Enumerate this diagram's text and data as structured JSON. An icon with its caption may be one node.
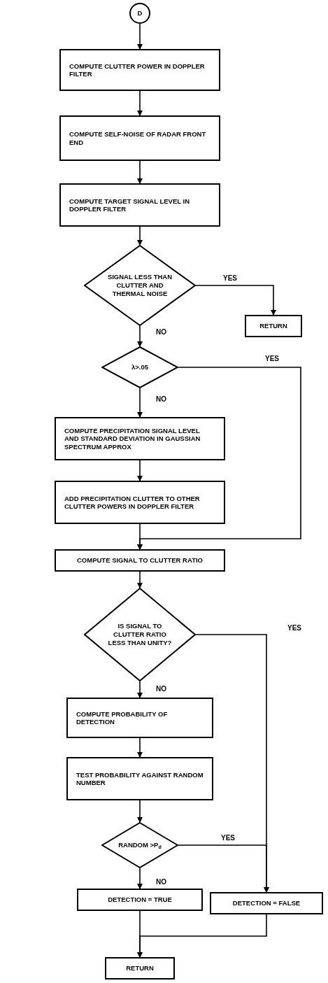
{
  "diagram": {
    "nodes": [
      {
        "text": [
          "D"
        ]
      },
      {
        "text": [
          "COMPUTE CLUTTER POWER IN DOPPLER FILTER"
        ]
      },
      {
        "text": [
          "COMPUTE SELF-NOISE OF RADAR FRONT END"
        ]
      },
      {
        "text": [
          "COMPUTE TARGET SIGNAL LEVEL IN DOPPLER FILTER"
        ]
      },
      {
        "text": [
          "SIGNAL LESS THAN CLUTTER AND THERMAL NOISE"
        ]
      },
      {
        "text": [
          "RETURN"
        ]
      },
      {
        "text": [
          "λ>.05"
        ]
      },
      {
        "text": [
          "COMPUTE PRECIPITATION SIGNAL LEVEL AND STANDARD DEVIATION IN GAUSSIAN SPECTRUM APPROX"
        ]
      },
      {
        "text": [
          "ADD PRECIPITATION CLUTTER TO OTHER CLUTTER POWERS IN DOPPLER FILTER"
        ]
      },
      {
        "text": [
          "COMPUTE SIGNAL TO CLUTTER RATIO"
        ]
      },
      {
        "text": [
          "IS SIGNAL TO CLUTTER RATIO LESS THAN UNITY?"
        ]
      },
      {
        "text": [
          "COMPUTE PROBABILITY OF DETECTION"
        ]
      },
      {
        "text": [
          "TEST PROBABILITY AGAINST RANDOM NUMBER"
        ]
      },
      {
        "text": [
          "RANDOM >P$_{d}$"
        ]
      },
      {
        "text": [
          "DETECTION = TRUE"
        ]
      },
      {
        "text": [
          "DETECTION = FALSE"
        ]
      },
      {
        "text": [
          "RETURN"
        ]
      }
    ],
    "edges": [
      {
        "from": 0,
        "to": 1,
        "arrow": "to"
      },
      {
        "from": 1,
        "to": 2,
        "arrow": "to"
      },
      {
        "from": 2,
        "to": 3,
        "arrow": "to"
      },
      {
        "from": 3,
        "to": 4,
        "arrow": "to"
      },
      {
        "from": 4,
        "to": 5,
        "arrow": "to",
        "label": "YES"
      },
      {
        "from": 4,
        "to": 6,
        "arrow": "to",
        "label": "NO"
      },
      {
        "from": 6,
        "to": 7,
        "arrow": "to",
        "label": "NO"
      },
      {
        "from": 6,
        "to": 9,
        "arrow": "to",
        "label": "YES"
      },
      {
        "from": 7,
        "to": 8,
        "arrow": "to"
      },
      {
        "from": 8,
        "to": 9,
        "arrow": "to"
      },
      {
        "from": 9,
        "to": 10,
        "arrow": "to"
      },
      {
        "from": 10,
        "to": 15,
        "arrow": "to",
        "label": "YES"
      },
      {
        "from": 10,
        "to": 11,
        "arrow": "to",
        "label": "NO"
      },
      {
        "from": 11,
        "to": 12,
        "arrow": "to"
      },
      {
        "from": 12,
        "to": 13,
        "arrow": "to"
      },
      {
        "from": 13,
        "to": 15,
        "arrow": "to",
        "label": "YES"
      },
      {
        "from": 13,
        "to": 14,
        "arrow": "to",
        "label": "NO"
      },
      {
        "from": 14,
        "to": 16,
        "arrow": "to"
      },
      {
        "from": 15,
        "to": 16,
        "arrow": "to"
      }
    ]
  }
}
